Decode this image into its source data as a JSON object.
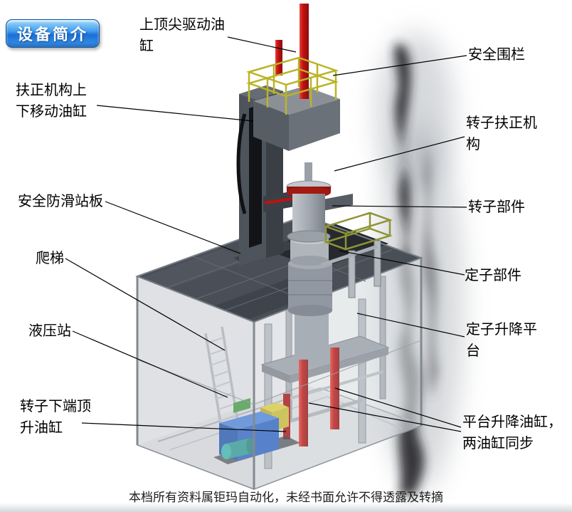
{
  "page": {
    "title_badge": "设备简介",
    "footer": "本档所有资料属钜玛自动化，未经书面允许不得透露及转摘"
  },
  "labels": {
    "top_center_drive_cylinder": "上顶尖驱动油缸",
    "safety_fence": "安全围栏",
    "centering_mech_updown_cylinder": "扶正机构上下移动油缸",
    "rotor_centering_mechanism": "转子扶正机构",
    "safety_antislip_plate": "安全防滑站板",
    "rotor_component": "转子部件",
    "ladder": "爬梯",
    "stator_component": "定子部件",
    "hydraulic_station": "液压站",
    "stator_lift_platform": "定子升降平台",
    "rotor_bottom_jack_cylinder": "转子下端顶升油缸",
    "platform_lift_cylinders": "平台升降油缸，两油缸同步"
  },
  "colors": {
    "accent_red": "#c01210",
    "railing_yellow": "#b9b427",
    "hydraulic_blue": "#2a63c4",
    "motor_teal": "#2fa7a0",
    "badge_blue": "#1a71d6",
    "steel_dark": "#4a4f57",
    "steel_light": "#c9cdd3"
  }
}
